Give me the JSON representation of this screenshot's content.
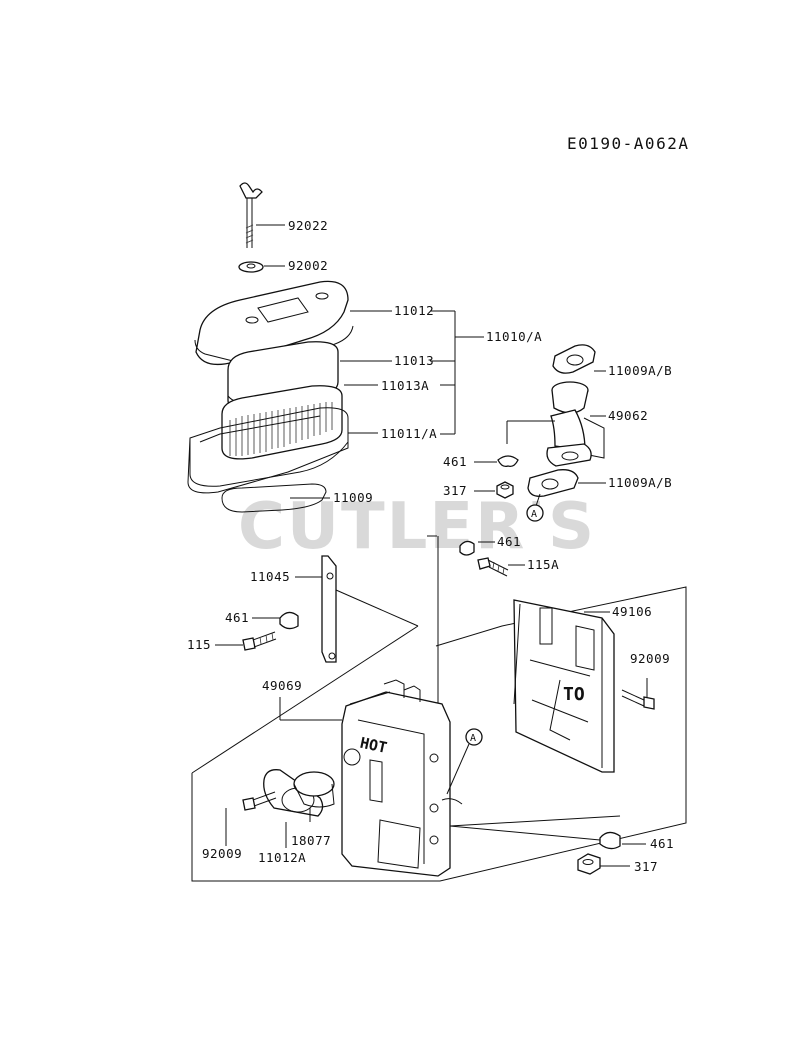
{
  "diagram_code": "E0190-A062A",
  "watermark": "CUTLER'S",
  "callout_letter": "A",
  "part_labels": {
    "p92022": "92022",
    "p92002": "92002",
    "p11012": "11012",
    "p11013": "11013",
    "p11013A": "11013A",
    "p11011A": "11011/A",
    "p11010A": "11010/A",
    "p11009": "11009",
    "p11009AB_top": "11009A/B",
    "p49062": "49062",
    "p461_a": "461",
    "p317_a": "317",
    "p11009AB_bot": "11009A/B",
    "p461_b": "461",
    "p115A": "115A",
    "p11045": "11045",
    "p461_c": "461",
    "p115": "115",
    "p49106": "49106",
    "p92009_r": "92009",
    "p49069": "49069",
    "p92009_l": "92009",
    "p11012A": "11012A",
    "p18077": "18077",
    "p461_d": "461",
    "p317_d": "317"
  },
  "stamped_text": {
    "hot": "HOT",
    "to": "TO"
  }
}
